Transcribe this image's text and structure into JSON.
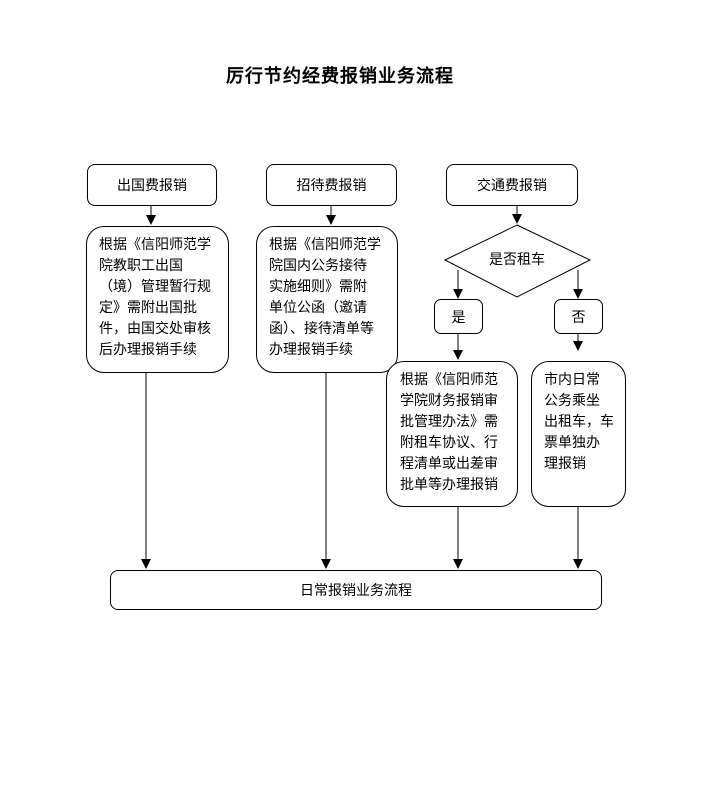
{
  "title": "厉行节约经费报销业务流程",
  "categories": {
    "overseas": "出国费报销",
    "reception": "招待费报销",
    "transport": "交通费报销"
  },
  "rules": {
    "overseas": "根据《信阳师范学\n院教职工出国\n（境）管理暂行规\n定》需附出国批\n件，由国交处审核\n后办理报销手续",
    "reception": "根据《信阳师范学\n院国内公务接待\n实施细则》需附\n单位公函（邀请\n函）、接待清单等\n办理报销手续",
    "rental_yes": "根据《信阳师范\n学院财务报销审\n批管理办法》需\n附租车协议、行\n程清单或出差审\n批单等办理报销",
    "rental_no": "市内日常\n公务乘坐\n出租车，车\n票单独办\n理报销"
  },
  "decision": {
    "question": "是否租车",
    "yes": "是",
    "no": "否"
  },
  "final_step": "日常报销业务流程"
}
